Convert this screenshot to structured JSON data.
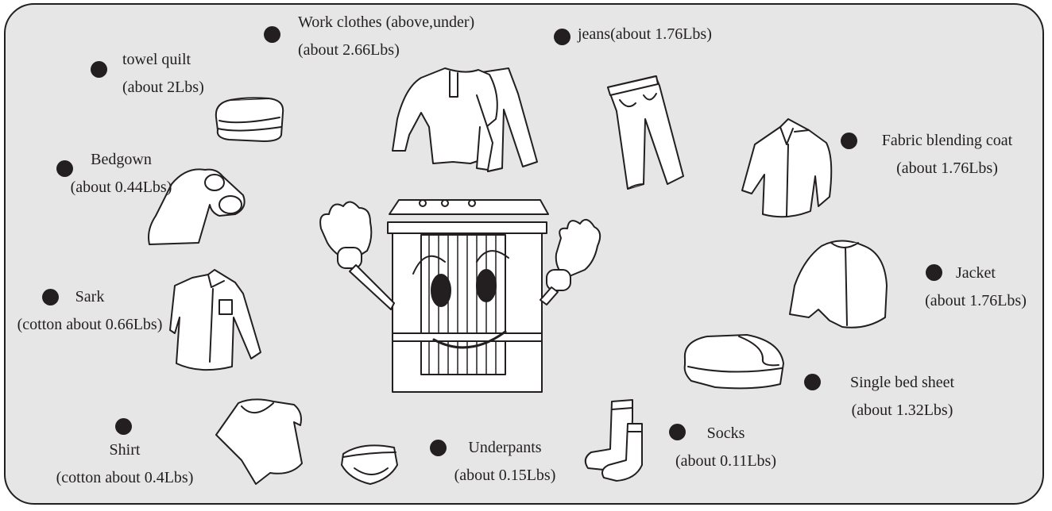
{
  "items": [
    {
      "name": "Work clothes (above,under)",
      "weight": "(about 2.66Lbs)",
      "icon": "work-clothes-icon"
    },
    {
      "name": "jeans(about 1.76Lbs)",
      "weight": "",
      "icon": "jeans-icon"
    },
    {
      "name": "towel quilt",
      "weight": "(about 2Lbs)",
      "icon": "towel-quilt-icon"
    },
    {
      "name": "Fabric blending coat",
      "weight": "(about 1.76Lbs)",
      "icon": "coat-icon"
    },
    {
      "name": "Bedgown",
      "weight": "(about 0.44Lbs)",
      "icon": "bedgown-icon"
    },
    {
      "name": "Jacket",
      "weight": "(about 1.76Lbs)",
      "icon": "jacket-icon"
    },
    {
      "name": "Sark",
      "weight": "(cotton about 0.66Lbs)",
      "icon": "sark-icon"
    },
    {
      "name": "Single bed sheet",
      "weight": "(about 1.32Lbs)",
      "icon": "bed-sheet-icon"
    },
    {
      "name": "Shirt",
      "weight": "(cotton about 0.4Lbs)",
      "icon": "shirt-icon"
    },
    {
      "name": "Underpants",
      "weight": "(about 0.15Lbs)",
      "icon": "underpants-icon"
    },
    {
      "name": "Socks",
      "weight": "(about 0.11Lbs)",
      "icon": "socks-icon"
    }
  ],
  "colors": {
    "background": "#e6e6e7",
    "ink": "#231f20",
    "fill": "#ffffff"
  },
  "center_icon": "washing-machine-mascot-icon"
}
